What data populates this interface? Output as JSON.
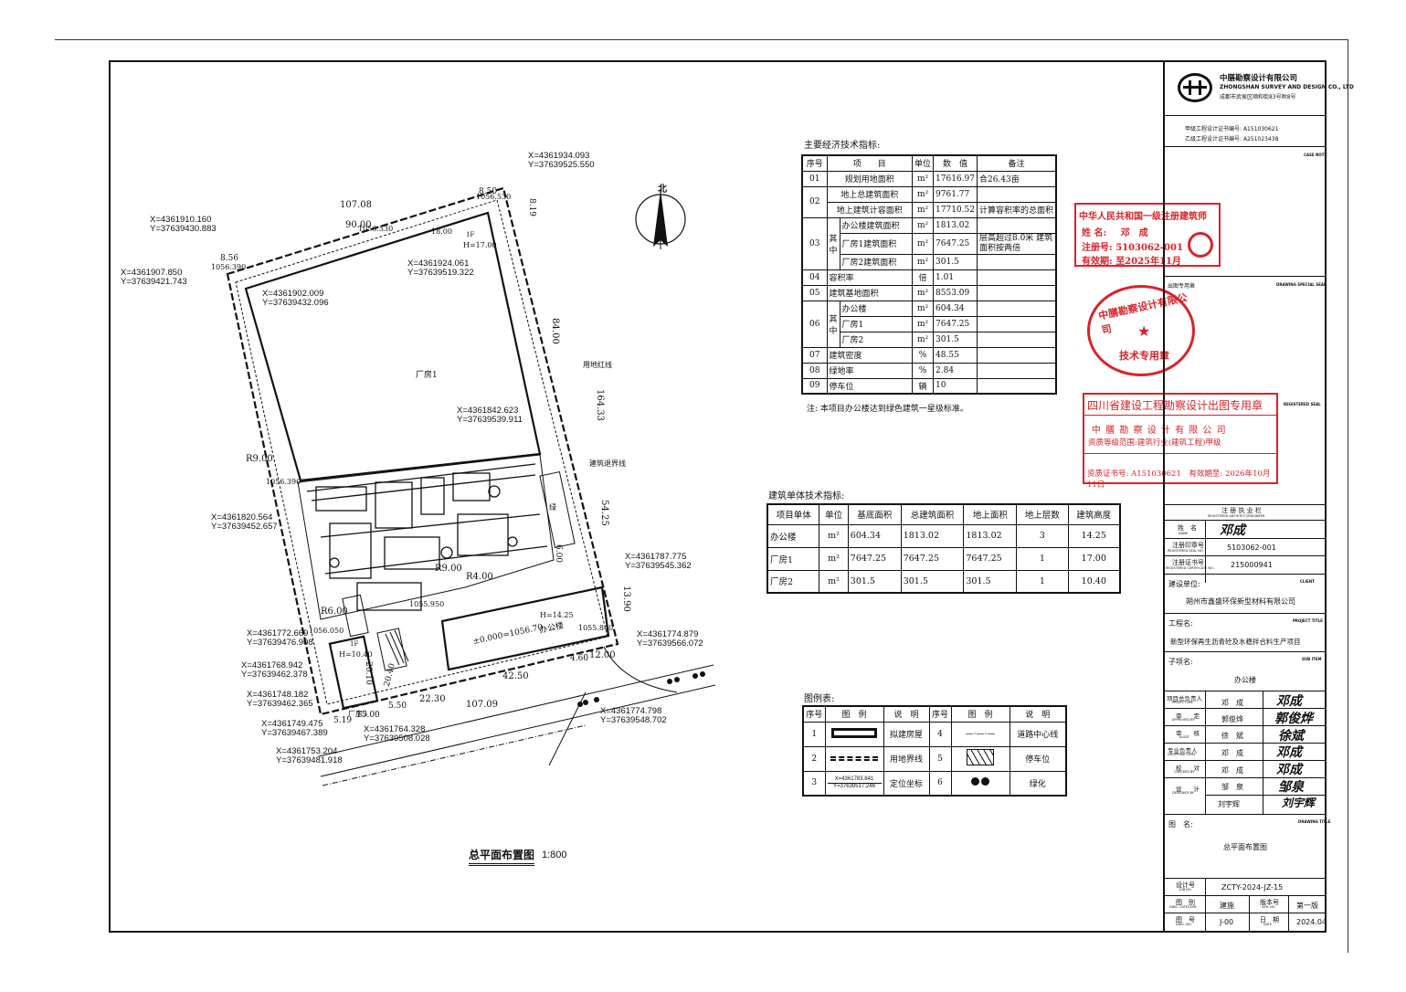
{
  "drawing": {
    "title": "总平面布置图",
    "scale": "1:800",
    "north_label": "北",
    "building_labels": {
      "plant1": "厂房1",
      "office": "办公楼",
      "plant2": "厂房3",
      "green": "绿"
    },
    "line_labels": {
      "land_boundary": "用地红线",
      "building_setback": "建筑退界线"
    },
    "heights": {
      "plant1": "H=17.00",
      "office": "H=14.25",
      "plant2": "H=10.40",
      "plant2_floor": "1F",
      "plant1_floor": "1F"
    },
    "elevation": "±0.000=1056.70",
    "elevations": [
      "1056.390",
      "1056.530",
      "1056.530",
      "1056.390",
      "1055.950",
      "1056.050",
      "1055.840"
    ],
    "dimensions": [
      "107.08",
      "90.00",
      "8.50",
      "8.19",
      "84.00",
      "164.33",
      "54.25",
      "13.90",
      "12.00",
      "4.60",
      "42.50",
      "22.30",
      "107.09",
      "15.00",
      "5.50",
      "5.19",
      "20.10",
      "20.40",
      "18.00",
      "8.56",
      "6.00",
      "R9.00",
      "R4.00",
      "R6.00",
      "R9.00"
    ],
    "coords": [
      {
        "x": "X=4361934.093",
        "y": "Y=37639525.550"
      },
      {
        "x": "X=4361910.160",
        "y": "Y=37639430.883"
      },
      {
        "x": "X=4361907.850",
        "y": "Y=37639421.743"
      },
      {
        "x": "X=4361924.061",
        "y": "Y=37639519.322"
      },
      {
        "x": "X=4361902.009",
        "y": "Y=37639432.096"
      },
      {
        "x": "X=4361842.623",
        "y": "Y=37639539.911"
      },
      {
        "x": "X=4361820.564",
        "y": "Y=37639452.657"
      },
      {
        "x": "X=4361787.775",
        "y": "Y=37639545.362"
      },
      {
        "x": "X=4361774.879",
        "y": "Y=37639566.072"
      },
      {
        "x": "X=4361772.669",
        "y": "Y=37639476.908"
      },
      {
        "x": "X=4361768.942",
        "y": "Y=37639462.378"
      },
      {
        "x": "X=4361748.182",
        "y": "Y=37639462.365"
      },
      {
        "x": "X=4361749.475",
        "y": "Y=37639467.389"
      },
      {
        "x": "X=4361764.328",
        "y": "Y=37639508.028"
      },
      {
        "x": "X=4361753.204",
        "y": "Y=37639481.918"
      },
      {
        "x": "X=4361774.798",
        "y": "Y=37639548.702"
      }
    ]
  },
  "econ": {
    "title": "主要经济技术指标:",
    "headers": [
      "序号",
      "项　　目",
      "单位",
      "数　值",
      "备注"
    ],
    "rows": [
      {
        "no": "01",
        "item": "规划用地面积",
        "unit": "m²",
        "value": "17616.97",
        "note": "合26.43亩"
      },
      {
        "no": "02",
        "item": "地上总建筑面积",
        "unit": "m²",
        "value": "9761.77",
        "note": ""
      },
      {
        "no": "",
        "item": "地上建筑计容面积",
        "unit": "m²",
        "value": "17710.52",
        "note": "计算容积率的总面积"
      },
      {
        "no": "03",
        "sub": "其中",
        "item": "办公楼建筑面积",
        "unit": "m²",
        "value": "1813.02",
        "note": ""
      },
      {
        "no": "",
        "item": "厂房1建筑面积",
        "unit": "m²",
        "value": "7647.25",
        "note": "层高超过8.0米 建筑面积按两倍"
      },
      {
        "no": "",
        "item": "厂房2建筑面积",
        "unit": "m²",
        "value": "301.5",
        "note": ""
      },
      {
        "no": "04",
        "item": "容积率",
        "unit": "倍",
        "value": "1.01",
        "note": ""
      },
      {
        "no": "05",
        "item": "建筑基地面积",
        "unit": "m²",
        "value": "8553.09",
        "note": ""
      },
      {
        "no": "06",
        "sub": "其中",
        "item": "办公楼",
        "unit": "m²",
        "value": "604.34",
        "note": ""
      },
      {
        "no": "",
        "item": "厂房1",
        "unit": "m²",
        "value": "7647.25",
        "note": ""
      },
      {
        "no": "",
        "item": "厂房2",
        "unit": "m²",
        "value": "301.5",
        "note": ""
      },
      {
        "no": "07",
        "item": "建筑密度",
        "unit": "%",
        "value": "48.55",
        "note": ""
      },
      {
        "no": "08",
        "item": "绿地率",
        "unit": "%",
        "value": "2.84",
        "note": ""
      },
      {
        "no": "09",
        "item": "停车位",
        "unit": "辆",
        "value": "10",
        "note": ""
      }
    ],
    "note": "注: 本项目办公楼达到绿色建筑一星级标准。"
  },
  "building": {
    "title": "建筑单体技术指标:",
    "headers": [
      "项目单体",
      "单位",
      "基底面积",
      "总建筑面积",
      "地上面积",
      "地上层数",
      "建筑高度"
    ],
    "rows": [
      [
        "办公楼",
        "m²",
        "604.34",
        "1813.02",
        "1813.02",
        "3",
        "14.25"
      ],
      [
        "厂房1",
        "m²",
        "7647.25",
        "7647.25",
        "7647.25",
        "1",
        "17.00"
      ],
      [
        "厂房2",
        "m²",
        "301.5",
        "301.5",
        "301.5",
        "1",
        "10.40"
      ]
    ]
  },
  "legend": {
    "title": "图例表:",
    "headers": [
      "序号",
      "图　例",
      "说　明",
      "序号",
      "图　例",
      "说　明"
    ],
    "rows": [
      {
        "no1": "1",
        "desc1": "拟建房屋",
        "no2": "4",
        "desc2": "道路中心线"
      },
      {
        "no1": "2",
        "desc1": "用地界线",
        "no2": "5",
        "desc2": "停车位"
      },
      {
        "no1": "3",
        "desc1": "定位坐标",
        "no2": "6",
        "desc2": "绿化"
      }
    ],
    "coord_sample_x": "X=4361783.841",
    "coord_sample_y": "Y=37639517.246",
    "road_center": "—·—·—"
  },
  "stamps": {
    "architect_title": "中华人民共和国一级注册建筑师",
    "architect_name_label": "姓 名:",
    "architect_name": "邓　成",
    "architect_reg_label": "注册号:",
    "architect_reg": "5103062-001",
    "architect_valid_label": "有效期:",
    "architect_valid": "至2025年11月",
    "round_top": "中膳勘察设计有限公司",
    "round_bottom": "技术专用章",
    "sichuan_title": "四川省建设工程勘察设计出图专用章",
    "sichuan_company": "中 膳 勘 察 设 计 有 限 公 司",
    "sichuan_scope": "资质等级范围:建筑行业(建筑工程)甲级",
    "sichuan_cert": "资质证书号: A151030621　有效期至: 2026年10月11日"
  },
  "titleblock": {
    "company_cn": "中膳勘察设计有限公司",
    "company_en": "ZHONGSHAN SURVEY AND DESIGN CO., LTD",
    "address": "成都市武侯区顺和街83号附8号",
    "cert_a_label": "甲级工程设计证书编号:",
    "cert_a": "A151030621",
    "cert_b_label": "乙级工程设计证书编号:",
    "cert_b": "A251023438",
    "case_note": "CASE NOTE",
    "out_seal": "出图专用章",
    "drawing_special_seal": "DRAWING SPECIAL SEAL",
    "registered_seal": "REGISTERED SEAL",
    "reg_column": "注 册 执 业 栏",
    "reg_column_en": "REGISTERED ARCHITECT/ENGINEER",
    "name_label": "姓　名",
    "name_en": "NAME",
    "name_value": "邓成",
    "seal_no_label": "注册印章号",
    "seal_no_en": "REGISTERED SEAL NO.",
    "seal_no": "5103062-001",
    "cert_no_label": "注册证书号",
    "cert_no_en": "REGISTERED CERTIFICATE NO.",
    "cert_no": "215000941",
    "client_label": "建设单位:",
    "client_en": "CLIENT",
    "client": "朔州市鑫盛环保新型材料有限公司",
    "project_label": "工程名:",
    "project_en": "PROJECT TITLE",
    "project": "新型环保再生沥青砼及水稳拌合料生产项目",
    "sub_label": "子项名:",
    "sub_en": "SUB ITEM",
    "sub": "办公楼",
    "staff": [
      {
        "role": "项目总负责人",
        "role_en": "PROJECT DIR.",
        "name": "邓　成",
        "sign": "邓成"
      },
      {
        "role": "审　　定",
        "role_en": "APPROVED BY",
        "name": "郭俊烨",
        "sign": "郭俊烨"
      },
      {
        "role": "审　　核",
        "role_en": "AUDIT",
        "name": "徐　斌",
        "sign": "徐斌"
      },
      {
        "role": "专业负责人",
        "role_en": "DISCIPLINE CHIEF",
        "name": "邓　成",
        "sign": "邓成"
      },
      {
        "role": "校　　对",
        "role_en": "CHECKED BY",
        "name": "邓　成",
        "sign": "邓成"
      },
      {
        "role": "设　　计",
        "role_en": "DESIGNED BY",
        "name": "邹　泉",
        "sign": "邹泉"
      },
      {
        "role": "",
        "role_en": "",
        "name": "刘宇辉",
        "sign": "刘宇辉"
      }
    ],
    "drawing_name_label": "图　名:",
    "drawing_name_en": "DRAWING TITLE",
    "drawing_name": "总平面布置图",
    "design_no_label": "设计号",
    "design_no_en": "JOB NO.",
    "design_no": "ZCTY-2024-JZ-15",
    "category_label": "图　别",
    "category_en": "DWG. CATEGORY",
    "category": "建施",
    "version_label": "版本号",
    "version_en": "VER. NO.",
    "version": "第一版",
    "dwg_no_label": "图　号",
    "dwg_no_en": "DWG. NO.",
    "dwg_no": "J-00",
    "date_label": "日　期",
    "date_en": "DATE",
    "date": "2024.04"
  },
  "colors": {
    "stamp_red": "#d8232a",
    "line": "#111111"
  }
}
